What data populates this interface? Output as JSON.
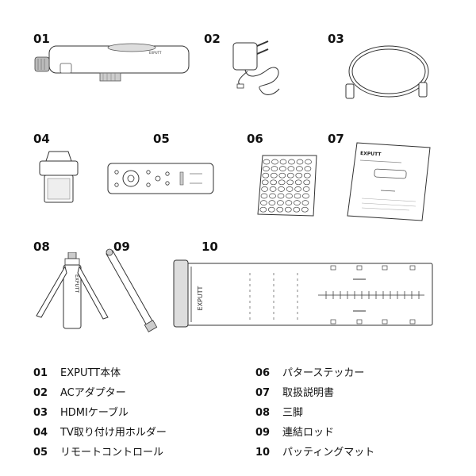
{
  "items": [
    {
      "num": "01",
      "label": "EXPUTT本体"
    },
    {
      "num": "02",
      "label": "ACアダプター"
    },
    {
      "num": "03",
      "label": "HDMIケーブル"
    },
    {
      "num": "04",
      "label": "TV取り付け用ホルダー"
    },
    {
      "num": "05",
      "label": "リモートコントロール"
    },
    {
      "num": "06",
      "label": "パターステッカー"
    },
    {
      "num": "07",
      "label": "取扱説明書"
    },
    {
      "num": "08",
      "label": "三脚"
    },
    {
      "num": "09",
      "label": "連結ロッド"
    },
    {
      "num": "10",
      "label": "パッティングマット"
    }
  ],
  "brand": {
    "device": "EXPUTT",
    "manual": "EXPUTT",
    "mat": "EXPUTT",
    "tripod": "EXPUTT"
  }
}
